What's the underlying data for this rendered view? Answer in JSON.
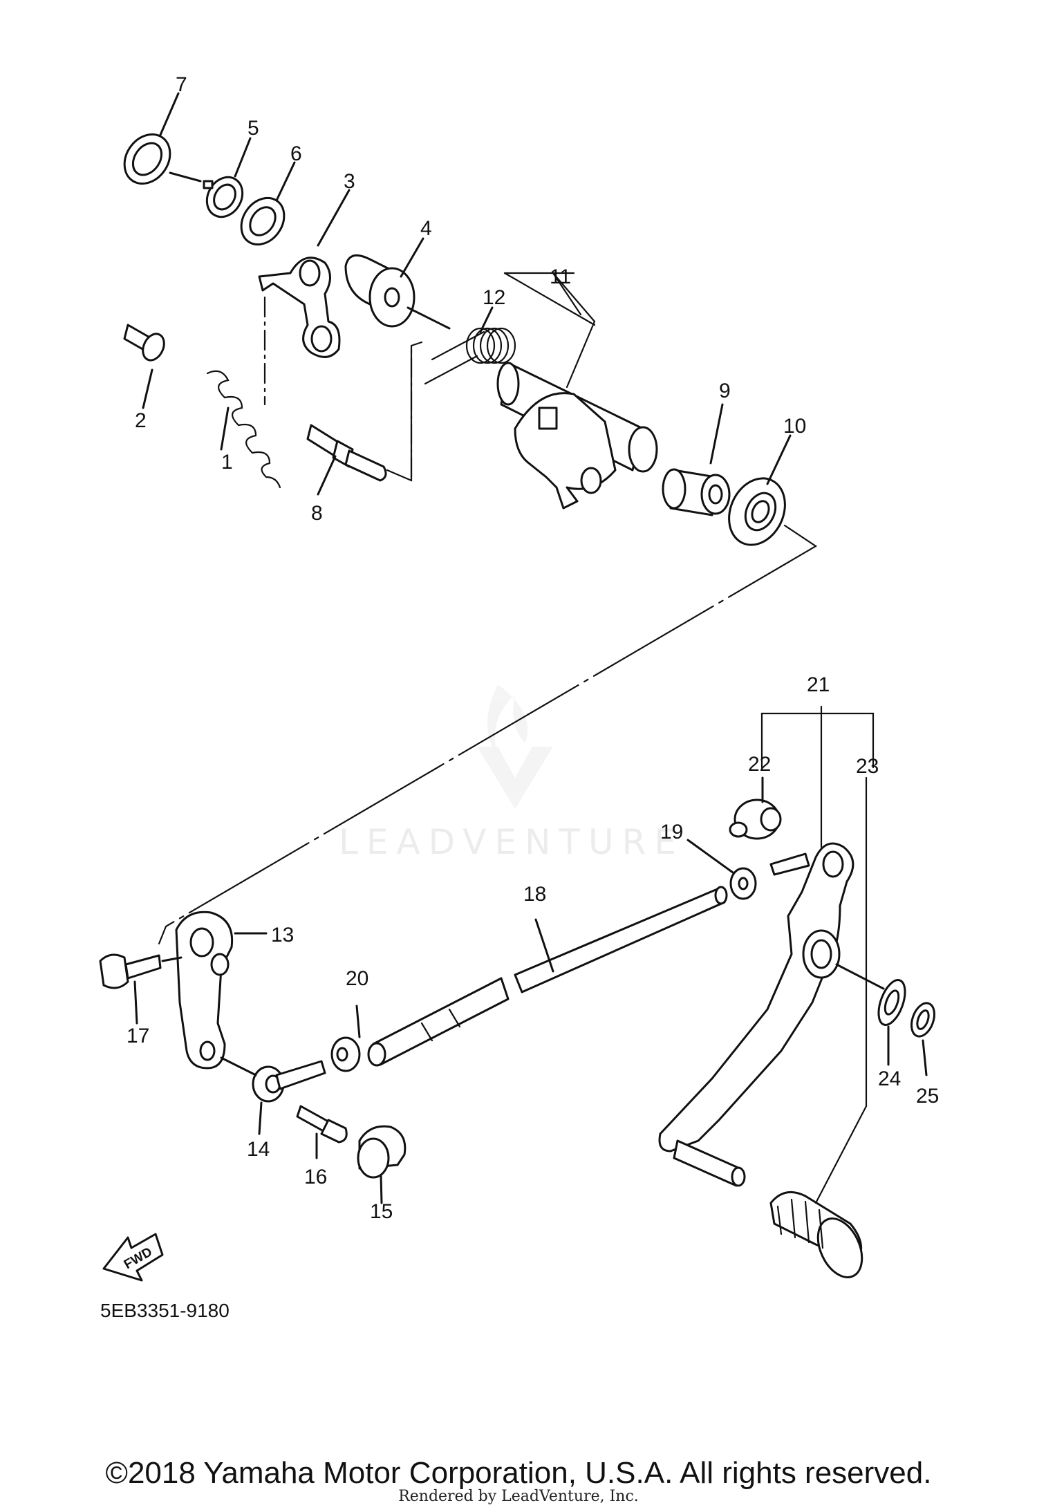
{
  "diagram": {
    "part_labels": [
      "1",
      "2",
      "3",
      "4",
      "5",
      "6",
      "7",
      "8",
      "9",
      "10",
      "11",
      "12",
      "13",
      "14",
      "15",
      "16",
      "17",
      "18",
      "19",
      "20",
      "21",
      "22",
      "23",
      "24",
      "25"
    ],
    "diagram_code": "5EB3351-9180",
    "fwd_label": "FWD",
    "watermark": "LEADVENTURE"
  },
  "footer": {
    "copyright": "©2018 Yamaha Motor Corporation, U.S.A. All rights reserved.",
    "rendered_by": "Rendered by LeadVenture, Inc."
  }
}
